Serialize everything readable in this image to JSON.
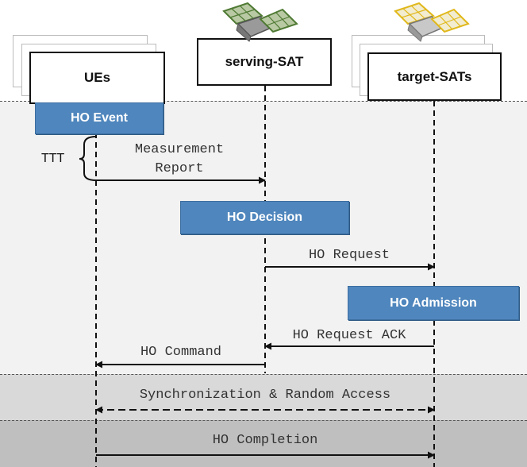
{
  "entities": {
    "ues": "UEs",
    "serving": "serving-SAT",
    "target": "target-SATs"
  },
  "processes": {
    "ho_event": "HO Event",
    "ho_decision": "HO Decision",
    "ho_admission": "HO Admission"
  },
  "ttt_label": "TTT",
  "messages": {
    "measurement_report_line1": "Measurement",
    "measurement_report_line2": "Report",
    "ho_request": "HO Request",
    "ho_request_ack": "HO Request ACK",
    "ho_command": "HO Command",
    "sync_random_access": "Synchronization & Random Access",
    "ho_completion": "HO Completion"
  },
  "colors": {
    "process_box": "#4f86bd",
    "serving_satellite": "#5a8a3c",
    "target_satellite": "#e8c21f"
  }
}
